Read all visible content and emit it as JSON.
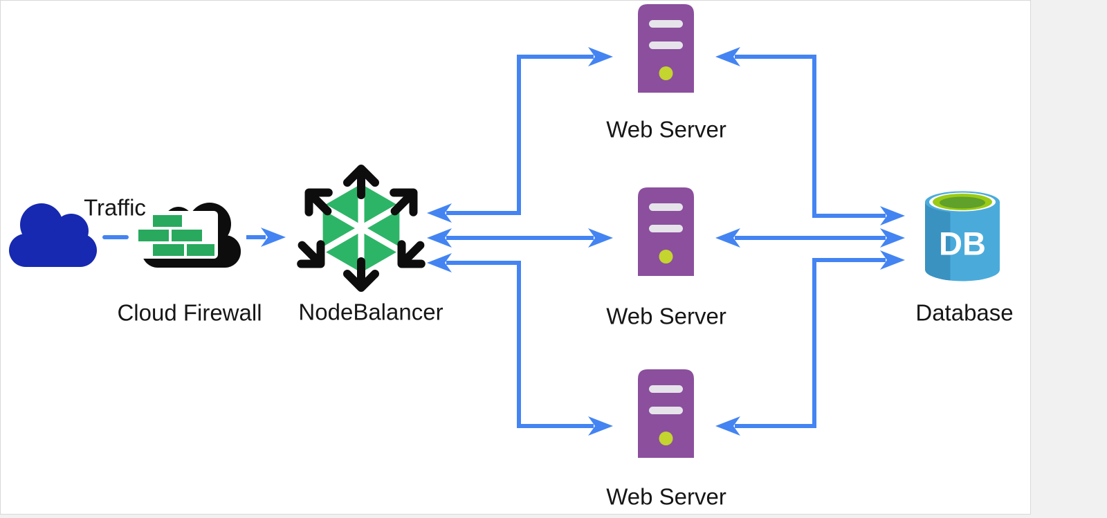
{
  "nodes": {
    "traffic": {
      "label": "Traffic",
      "icon": "cloud-icon"
    },
    "firewall": {
      "label": "Cloud Firewall",
      "icon": "firewall-cloud-icon"
    },
    "nodebalancer": {
      "label": "NodeBalancer",
      "icon": "nodebalancer-icon"
    },
    "web_server_1": {
      "label": "Web Server",
      "icon": "server-icon"
    },
    "web_server_2": {
      "label": "Web Server",
      "icon": "server-icon"
    },
    "web_server_3": {
      "label": "Web Server",
      "icon": "server-icon"
    },
    "database": {
      "label": "Database",
      "icon": "database-cylinder-icon",
      "badge": "DB"
    }
  },
  "connections": [
    {
      "from": "traffic",
      "to": "firewall",
      "style": "dashed"
    },
    {
      "from": "firewall",
      "to": "nodebalancer",
      "style": "arrow-right"
    },
    {
      "from": "nodebalancer",
      "to": "web_server_1",
      "style": "bidirectional-elbow"
    },
    {
      "from": "nodebalancer",
      "to": "web_server_2",
      "style": "bidirectional-straight"
    },
    {
      "from": "nodebalancer",
      "to": "web_server_3",
      "style": "bidirectional-elbow"
    },
    {
      "from": "web_server_1",
      "to": "database",
      "style": "bidirectional-elbow"
    },
    {
      "from": "web_server_2",
      "to": "database",
      "style": "bidirectional-straight"
    },
    {
      "from": "web_server_3",
      "to": "database",
      "style": "bidirectional-elbow"
    }
  ],
  "colors": {
    "connector_blue": "#4384f2",
    "traffic_cloud_navy": "#1629b0",
    "firewall_cloud_black": "#0d0d0d",
    "brick_green": "#28a95d",
    "nodebalancer_green": "#2db567",
    "nodebalancer_black": "#0d0d0d",
    "server_purple": "#8b4f9d",
    "server_slot_gray": "#e6e4ea",
    "server_led_green": "#c3d52e",
    "db_body_light": "#4aabdb",
    "db_body_dark": "#3a92c1",
    "db_top_ring": "#9bcb16",
    "db_top_inner": "#5fa12a",
    "canvas_white": "#ffffff",
    "page_gray": "#f1f1f2",
    "label_black": "#161616"
  }
}
